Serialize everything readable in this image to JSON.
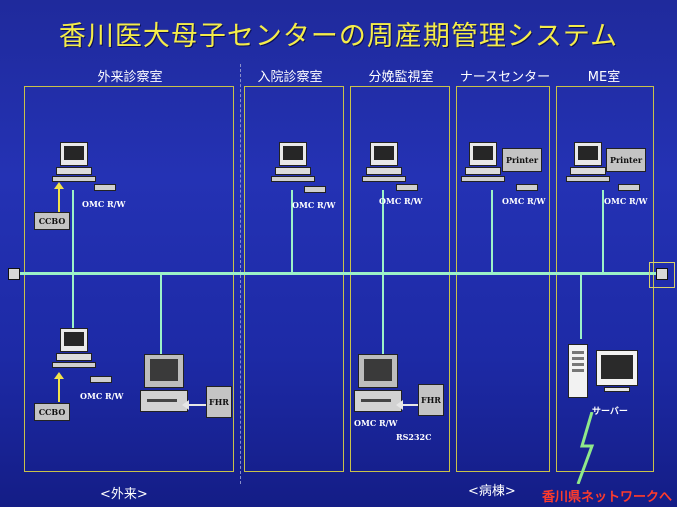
{
  "title": "香川医大母子センターの周産期管理システム",
  "rooms": {
    "outpatient": "外来診察室",
    "admission": "入院診察室",
    "delivery": "分娩監視室",
    "nurse": "ナースセンター",
    "me": "ME室"
  },
  "labels": {
    "omc": "OMC R/W",
    "ccbo": "CCBO",
    "printer": "Printer",
    "fhr": "FHR",
    "rs232c": "RS232C",
    "server": "サーバー"
  },
  "footer": {
    "outpatient": "<外来>",
    "ward": "<病棟>",
    "network": "香川県ネットワークへ"
  },
  "colors": {
    "title": "#f4ec4a",
    "bus": "#9cf2c8",
    "room_border": "#c9c24a",
    "network_label": "#ff3b2b",
    "lightning": "#8fe88a"
  }
}
